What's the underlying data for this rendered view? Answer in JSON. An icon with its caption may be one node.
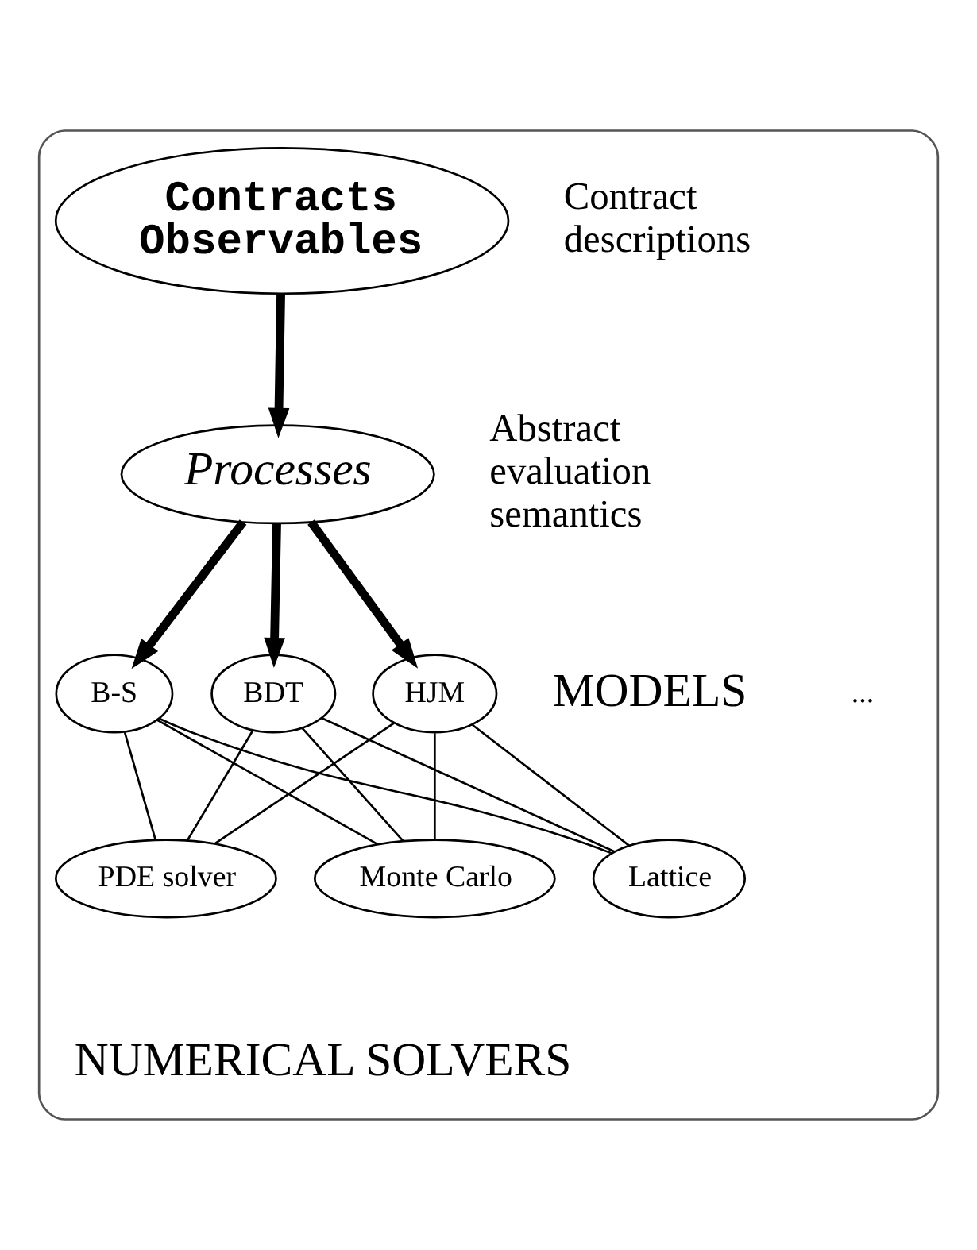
{
  "diagram": {
    "nodes": [
      {
        "text": [],
        "shape": "box"
      },
      {
        "text": [
          "Contracts Observables"
        ],
        "beside": [
          "Contract descriptions"
        ],
        "in": 0
      },
      {
        "text": [
          "Processes"
        ],
        "beside": [
          "Abstract evaluation semantics"
        ],
        "in": 0
      },
      {
        "text": [
          "B-S"
        ],
        "in": 0
      },
      {
        "text": [
          "BDT"
        ],
        "in": 0
      },
      {
        "text": [
          "HJM"
        ],
        "in": 0
      },
      {
        "text": [
          "Lattice"
        ],
        "in": 0
      },
      {
        "text": [
          "PDE solver"
        ],
        "in": 0
      },
      {
        "text": [
          "Monte Carlo"
        ],
        "in": 0
      }
    ],
    "edges": [
      {
        "from": 1,
        "to": 2,
        "arrow": "to",
        "style": "thick"
      },
      {
        "from": 2,
        "to": 3,
        "arrow": "to",
        "style": "thick"
      },
      {
        "from": 2,
        "to": 4,
        "arrow": "to",
        "style": "thick"
      },
      {
        "from": 2,
        "to": 5,
        "arrow": "to",
        "style": "thick"
      },
      {
        "from": 3,
        "to": 6,
        "arrow": "none"
      },
      {
        "from": 3,
        "to": 7,
        "arrow": "none"
      },
      {
        "from": 3,
        "to": 8,
        "arrow": "none"
      },
      {
        "from": 4,
        "to": 6,
        "arrow": "none"
      },
      {
        "from": 4,
        "to": 7,
        "arrow": "none"
      },
      {
        "from": 4,
        "to": 8,
        "arrow": "none"
      },
      {
        "from": 5,
        "to": 6,
        "arrow": "none"
      },
      {
        "from": 5,
        "to": 7,
        "arrow": "none"
      },
      {
        "from": 5,
        "to": 8,
        "arrow": "none"
      }
    ],
    "labels": [
      "MODELS",
      "...",
      "NUMERICAL SOLVERS"
    ]
  }
}
